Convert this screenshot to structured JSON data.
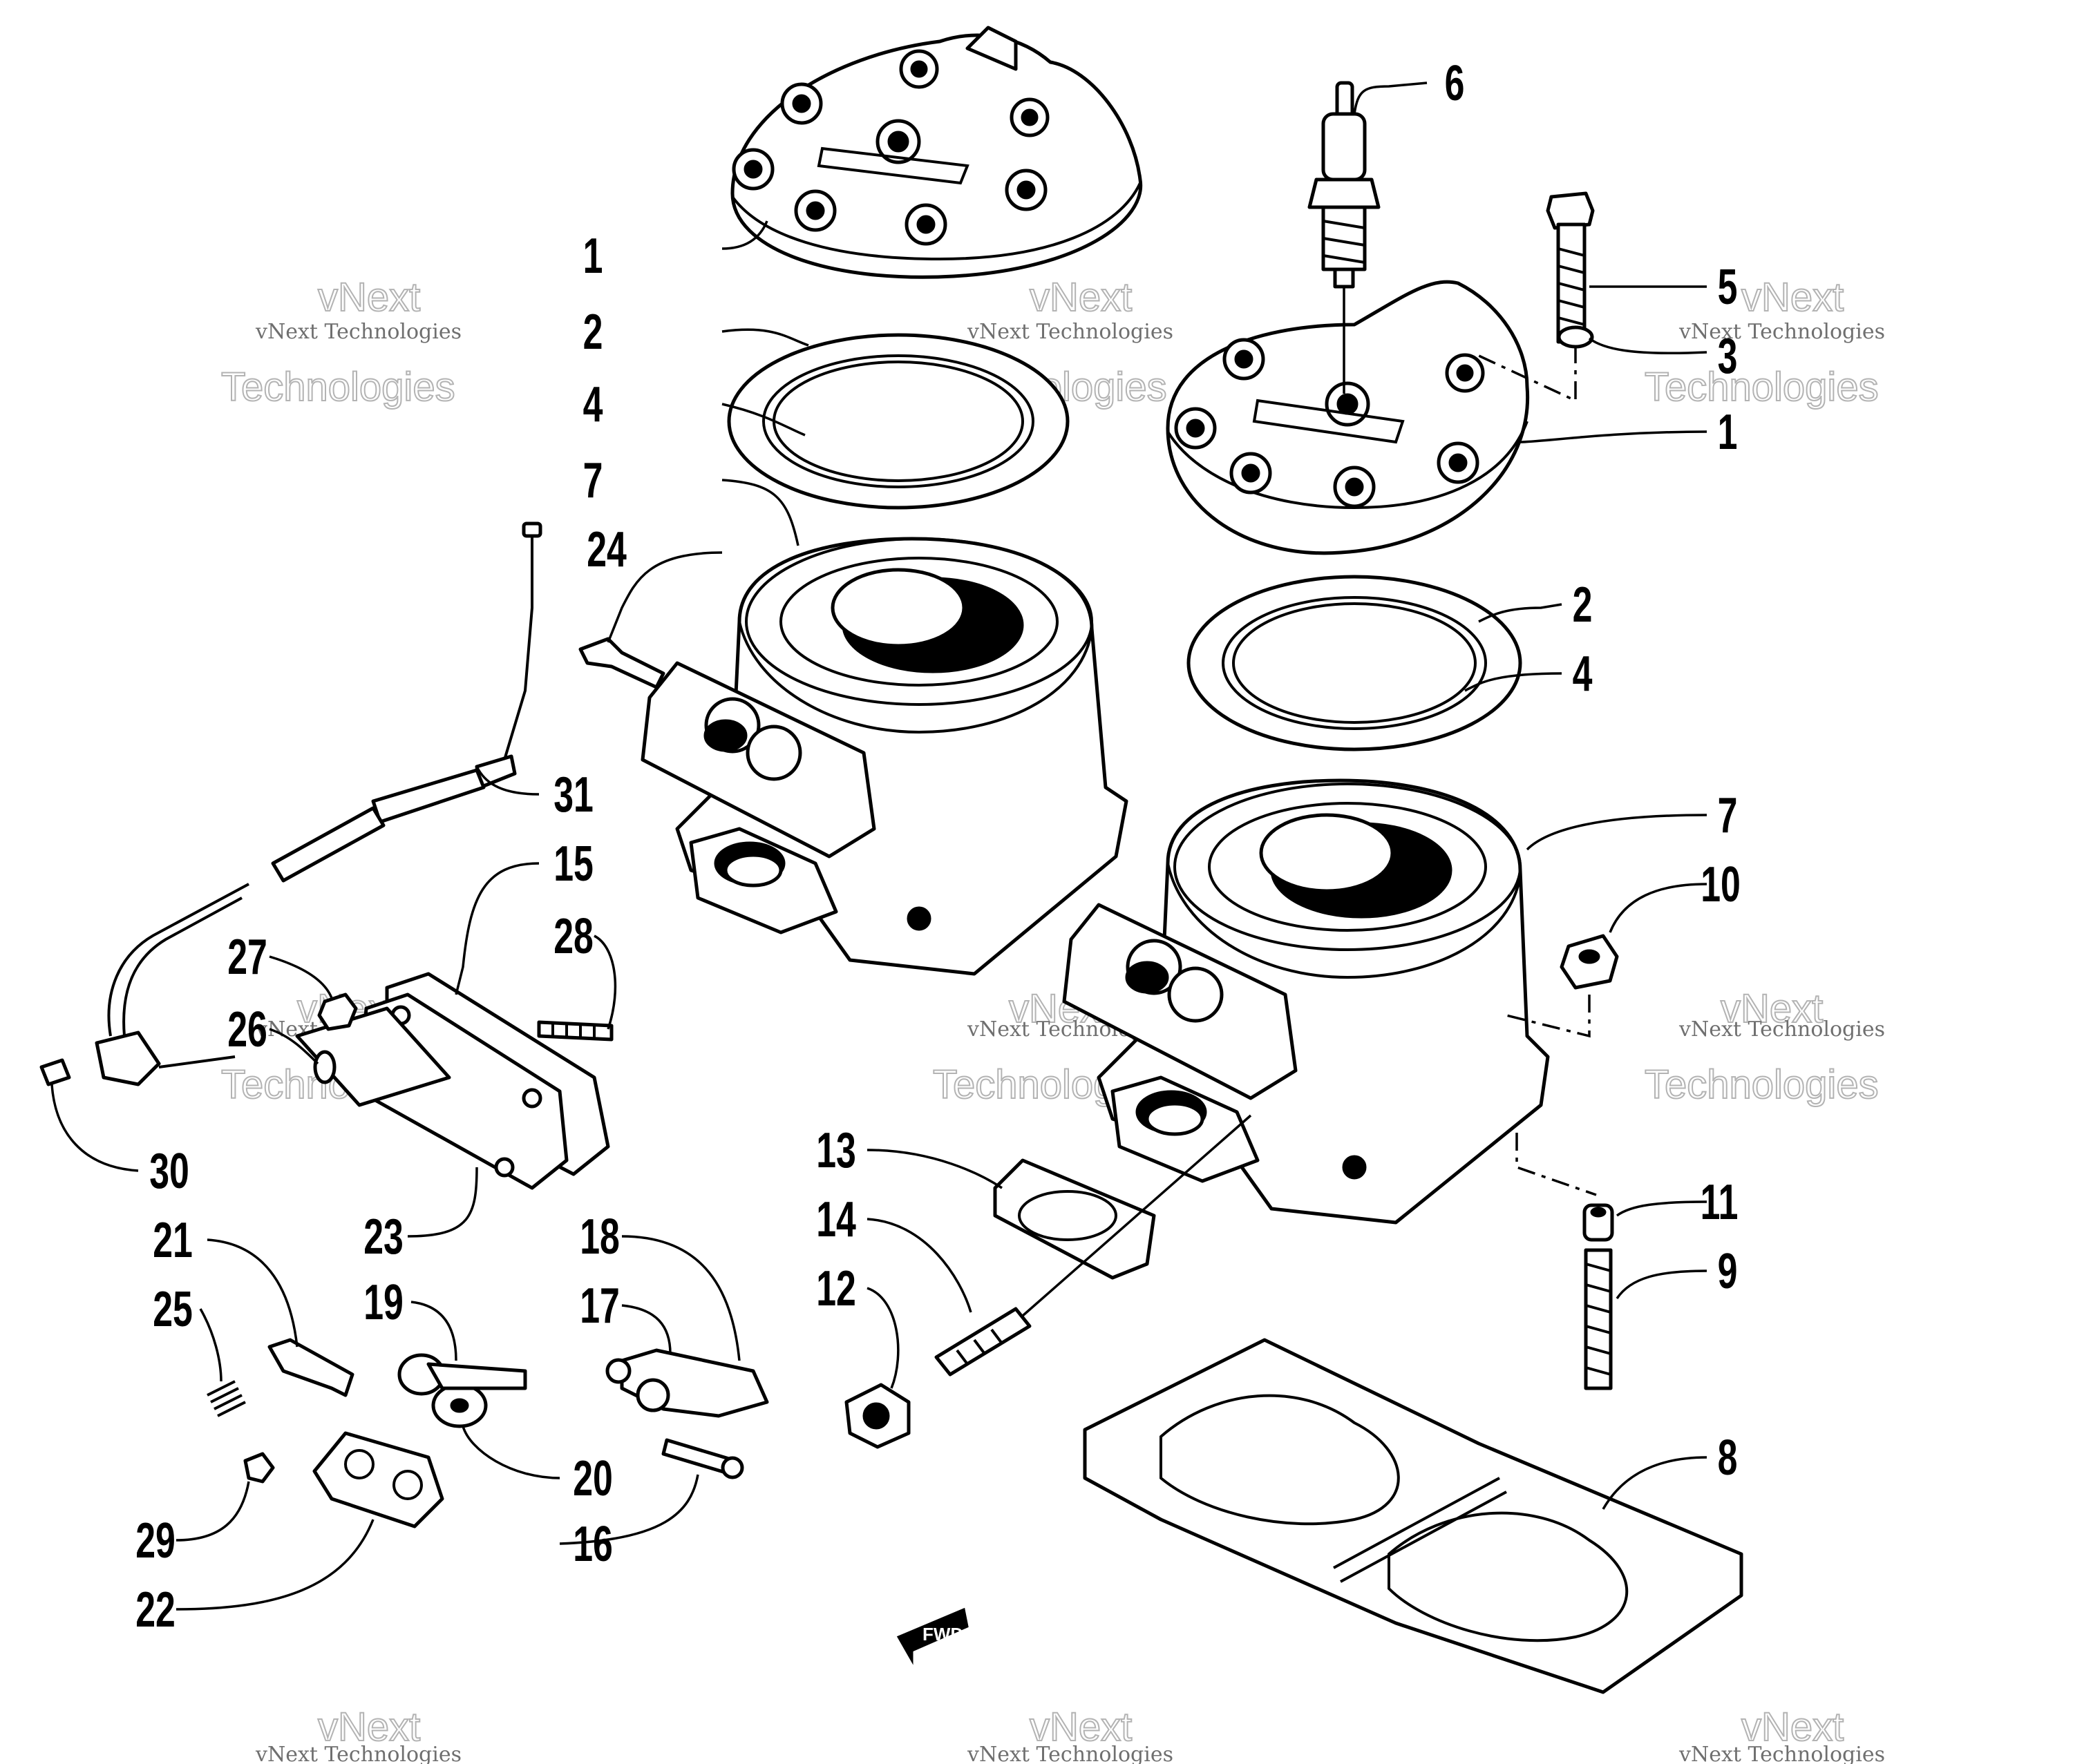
{
  "callouts": [
    {
      "id": "c1a",
      "text": "1"
    },
    {
      "id": "c2a",
      "text": "2"
    },
    {
      "id": "c4a",
      "text": "4"
    },
    {
      "id": "c7a",
      "text": "7"
    },
    {
      "id": "c24",
      "text": "24"
    },
    {
      "id": "c6",
      "text": "6"
    },
    {
      "id": "c5",
      "text": "5"
    },
    {
      "id": "c3",
      "text": "3"
    },
    {
      "id": "c1b",
      "text": "1"
    },
    {
      "id": "c2b",
      "text": "2"
    },
    {
      "id": "c4b",
      "text": "4"
    },
    {
      "id": "c7b",
      "text": "7"
    },
    {
      "id": "c10",
      "text": "10"
    },
    {
      "id": "c11",
      "text": "11"
    },
    {
      "id": "c9",
      "text": "9"
    },
    {
      "id": "c8",
      "text": "8"
    },
    {
      "id": "c13",
      "text": "13"
    },
    {
      "id": "c14",
      "text": "14"
    },
    {
      "id": "c12",
      "text": "12"
    },
    {
      "id": "c31",
      "text": "31"
    },
    {
      "id": "c15",
      "text": "15"
    },
    {
      "id": "c28",
      "text": "28"
    },
    {
      "id": "c27",
      "text": "27"
    },
    {
      "id": "c26",
      "text": "26"
    },
    {
      "id": "c30",
      "text": "30"
    },
    {
      "id": "c23",
      "text": "23"
    },
    {
      "id": "c21",
      "text": "21"
    },
    {
      "id": "c25",
      "text": "25"
    },
    {
      "id": "c19",
      "text": "19"
    },
    {
      "id": "c18",
      "text": "18"
    },
    {
      "id": "c17",
      "text": "17"
    },
    {
      "id": "c20",
      "text": "20"
    },
    {
      "id": "c16",
      "text": "16"
    },
    {
      "id": "c29",
      "text": "29"
    },
    {
      "id": "c22",
      "text": "22"
    }
  ],
  "watermark": {
    "small": "vNext Technologies",
    "top": "vNext",
    "bottom": "Technologies"
  },
  "fwd_badge": "FWD"
}
